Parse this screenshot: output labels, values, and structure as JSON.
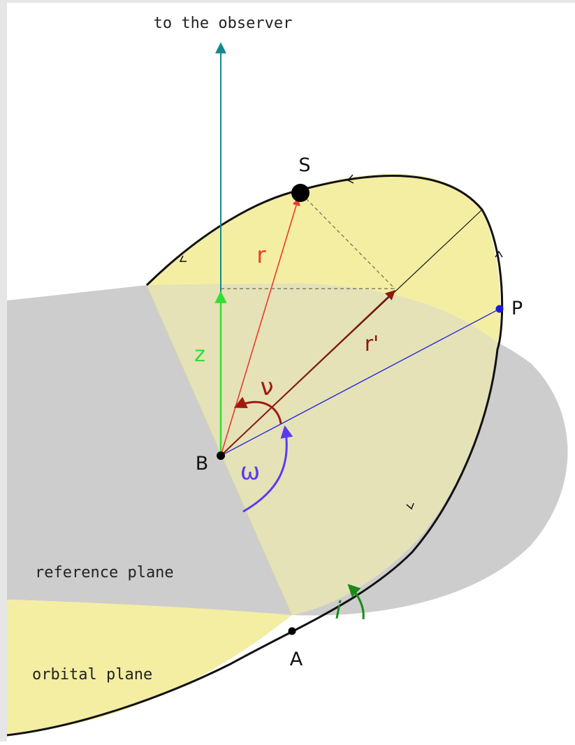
{
  "labels": {
    "observer": "to the observer",
    "s": "S",
    "p": "P",
    "b": "B",
    "a": "A",
    "r": "r",
    "r_prime": "r'",
    "z": "z",
    "nu": "ν",
    "omega": "ω",
    "incl": "i",
    "reference_plane": "reference plane",
    "orbital_plane": "orbital plane"
  },
  "colors": {
    "reference_plane": "#cdcdcd",
    "orbital_plane": "#f3eea2",
    "observer_axis": "#138a8f",
    "z_vector": "#33dd33",
    "r_vector": "#ee3a2a",
    "r_prime_vector": "#8b1a0d",
    "periastron_line": "#2a2ad6",
    "omega_arc": "#5a3af0",
    "inclination_arc": "#1a8a1a"
  }
}
